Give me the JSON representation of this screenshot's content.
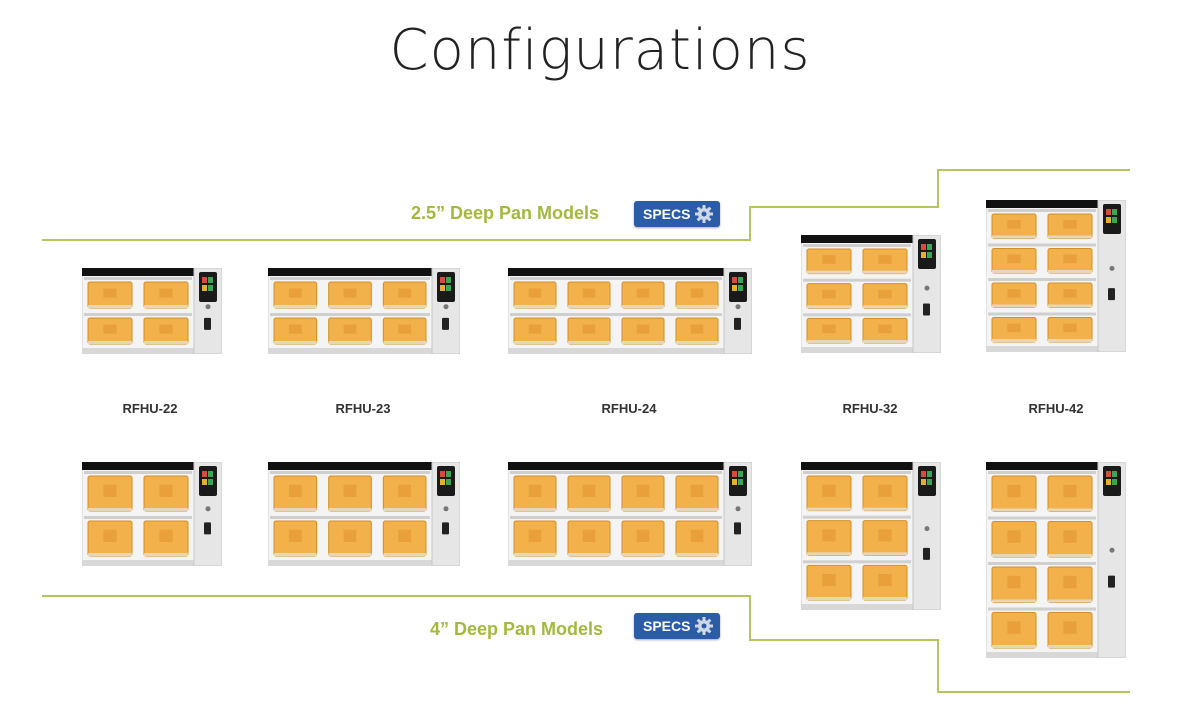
{
  "page": {
    "title": "Configurations"
  },
  "sections": {
    "shallow": {
      "label": "2.5” Deep Pan Models",
      "specs_label": "SPECS"
    },
    "deep": {
      "label": "4” Deep Pan Models",
      "specs_label": "SPECS"
    }
  },
  "models": [
    {
      "name": "RFHU-22",
      "rows": 2,
      "cols": 2
    },
    {
      "name": "RFHU-23",
      "rows": 2,
      "cols": 3
    },
    {
      "name": "RFHU-24",
      "rows": 2,
      "cols": 4
    },
    {
      "name": "RFHU-32",
      "rows": 3,
      "cols": 2
    },
    {
      "name": "RFHU-42",
      "rows": 4,
      "cols": 2
    }
  ],
  "colors": {
    "accent_line": "#b5c75a",
    "label_green": "#a3b93c",
    "specs_blue": "#2a5ca8",
    "pan": "#f2b14a"
  }
}
